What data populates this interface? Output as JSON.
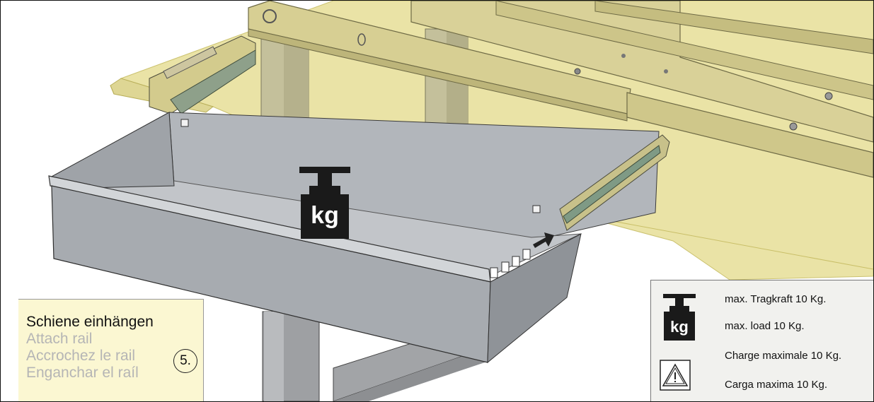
{
  "instruction": {
    "step_number": "5.",
    "lines": [
      "Schiene einhängen",
      "Attach rail",
      "Accrochez le rail",
      "Enganchar el raíl"
    ]
  },
  "weight_icon": {
    "text": "kg",
    "icon": "weight-kg-icon"
  },
  "specs": {
    "lines": [
      "max. Tragkraft 10 Kg.",
      "max. load 10 Kg.",
      "Charge maximale 10 Kg.",
      "Carga maxima 10 Kg."
    ],
    "weight_icon_text": "kg",
    "warning_icon": "warning-triangle-icon"
  },
  "colors": {
    "tabletop": "#e9e2a2",
    "drawer": "#a9aeb4",
    "leg": "#b1b0a4",
    "label_bg": "#fbf7d2"
  }
}
